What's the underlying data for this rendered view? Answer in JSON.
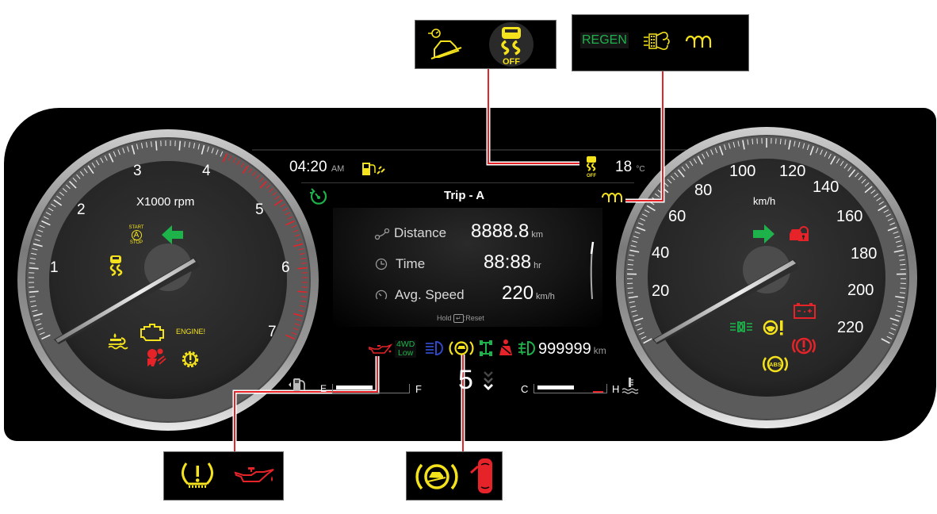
{
  "callouts": {
    "top_left_box": {
      "icons": [
        "hill-descent-control-icon",
        "traction-control-off-icon"
      ],
      "traction_off_label": "OFF"
    },
    "top_right_box": {
      "regen_label": "REGEN",
      "icons": [
        "diesel-particulate-filter-icon",
        "glow-plug-icon"
      ]
    },
    "bottom_left_box": {
      "icons": [
        "tire-pressure-warning-icon",
        "oil-pressure-warning-icon"
      ]
    },
    "bottom_right_box": {
      "icons": [
        "auto-hold-icon",
        "door-open-icon"
      ]
    }
  },
  "tachometer": {
    "unit_label": "X1000 rpm",
    "ticks": [
      "1",
      "2",
      "3",
      "4",
      "5",
      "6",
      "7"
    ],
    "start_stop": {
      "top": "START",
      "middle": "A",
      "bottom": "STOP"
    },
    "engine_warning_label": "ENGINE!",
    "indicators": [
      "left-turn-signal-icon",
      "auto-start-stop-icon",
      "traction-control-icon",
      "water-in-fuel-icon",
      "check-engine-icon",
      "engine-warning-text",
      "airbag-warning-icon",
      "transmission-warning-icon"
    ]
  },
  "speedometer": {
    "unit_label": "km/h",
    "ticks": [
      "20",
      "40",
      "60",
      "80",
      "100",
      "120",
      "140",
      "160",
      "180",
      "200",
      "220"
    ],
    "indicators": [
      "right-turn-signal-icon",
      "door-lock-icon",
      "battery-warning-icon",
      "position-lamp-icon",
      "power-steering-warning-icon",
      "brake-warning-icon",
      "abs-warning-icon"
    ]
  },
  "display": {
    "clock": "04:20",
    "clock_suffix": "AM",
    "outside_temp": "18",
    "temp_unit": "°C",
    "trip_title": "Trip - A",
    "trip": {
      "distance_label": "Distance",
      "distance_value": "8888.8",
      "distance_unit": "km",
      "time_label": "Time",
      "time_value": "88:88",
      "time_unit": "hr",
      "avg_speed_label": "Avg. Speed",
      "avg_speed_value": "220",
      "avg_speed_unit": "km/h"
    },
    "reset_hint": {
      "prefix": "Hold",
      "suffix": ":Reset"
    },
    "four_wd": {
      "top": "4WD",
      "bottom": "Low"
    },
    "odometer": "999999",
    "odometer_unit": "km",
    "gear": "5",
    "fuel": {
      "empty": "E",
      "full": "F"
    },
    "coolant": {
      "cold": "C",
      "hot": "H"
    }
  },
  "colors": {
    "warning_yellow": "#f4e21c",
    "indicator_green": "#1db34a",
    "warning_red": "#e52329",
    "high_beam_blue": "#2f49c9",
    "callout_line_red": "#e52329"
  }
}
